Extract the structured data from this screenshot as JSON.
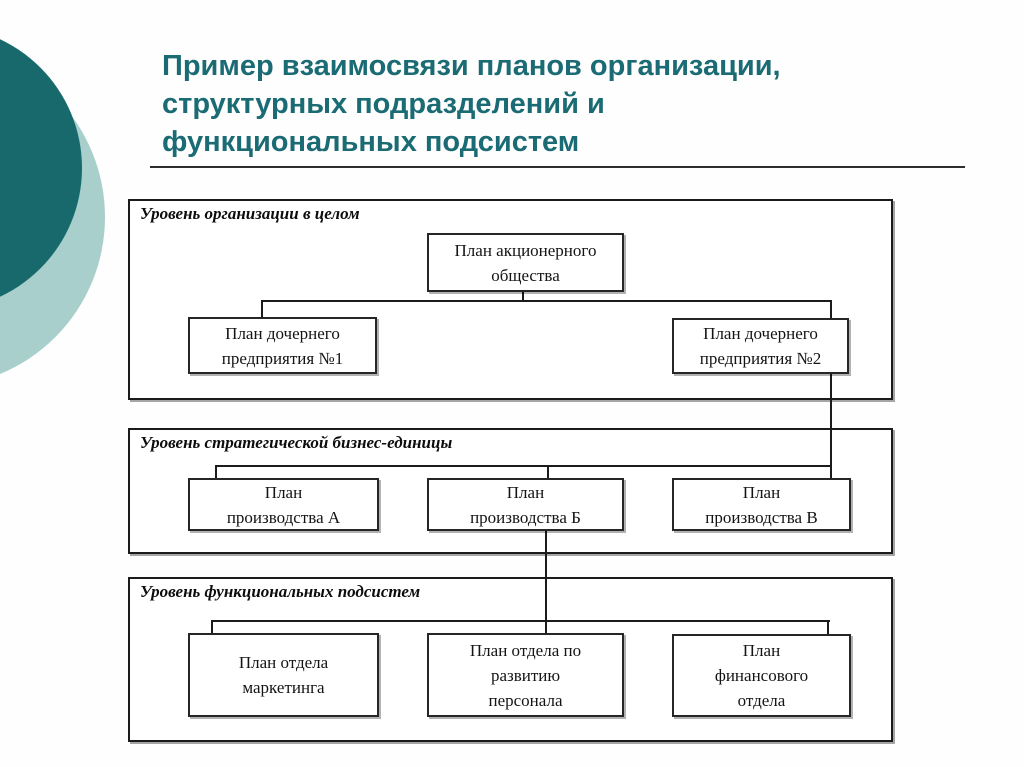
{
  "slide": {
    "title": "Пример взаимосвязи планов организации,\nструктурных подразделений и\nфункциональных подсистем"
  },
  "colors": {
    "title_teal": "#1a6b74",
    "circle_dark": "#17696b",
    "circle_light": "#a8cfcb",
    "line_black": "#1b1b1b"
  },
  "sections": [
    {
      "header": "Уровень организации в целом",
      "boxes": [
        {
          "text": "План акционерного\nобщества"
        },
        {
          "text": "План дочернего\nпредприятия №1"
        },
        {
          "text": "План дочернего\nпредприятия №2"
        }
      ]
    },
    {
      "header": "Уровень стратегической бизнес-единицы",
      "boxes": [
        {
          "text": "План\nпроизводства А"
        },
        {
          "text": "План\nпроизводства Б"
        },
        {
          "text": "План\nпроизводства В"
        }
      ]
    },
    {
      "header": "Уровень функциональных подсистем",
      "boxes": [
        {
          "text": "План отдела\nмаркетинга"
        },
        {
          "text": "План отдела по\nразвитию\nперсонала"
        },
        {
          "text": "План\nфинансового\nотдела"
        }
      ]
    }
  ]
}
